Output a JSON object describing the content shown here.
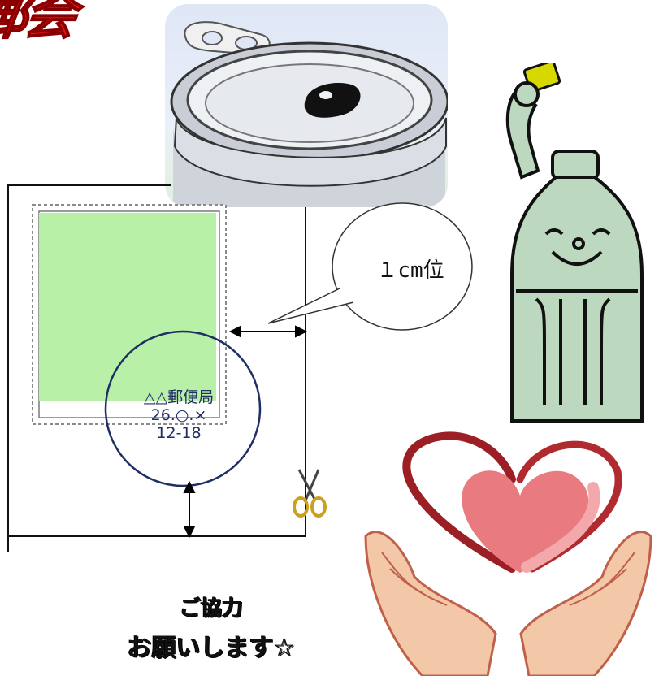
{
  "title": "郵会",
  "bubble_label": "１cm位",
  "postmark": {
    "office": "△△郵便局",
    "date": "26.○.×",
    "time": "12-18"
  },
  "closing": {
    "line1": "ご協力",
    "line2": "お願いします☆"
  },
  "colors": {
    "title": "#ff1212",
    "stamp_fill": "#b8f0a8",
    "postmark_ink": "#1f2e63",
    "heart": "#e97a7f",
    "bottle": "#bcd9c0"
  },
  "icons": [
    "pull-tab-can-image",
    "scissors-icon",
    "pet-bottle-character",
    "heart-hands-illustration"
  ]
}
